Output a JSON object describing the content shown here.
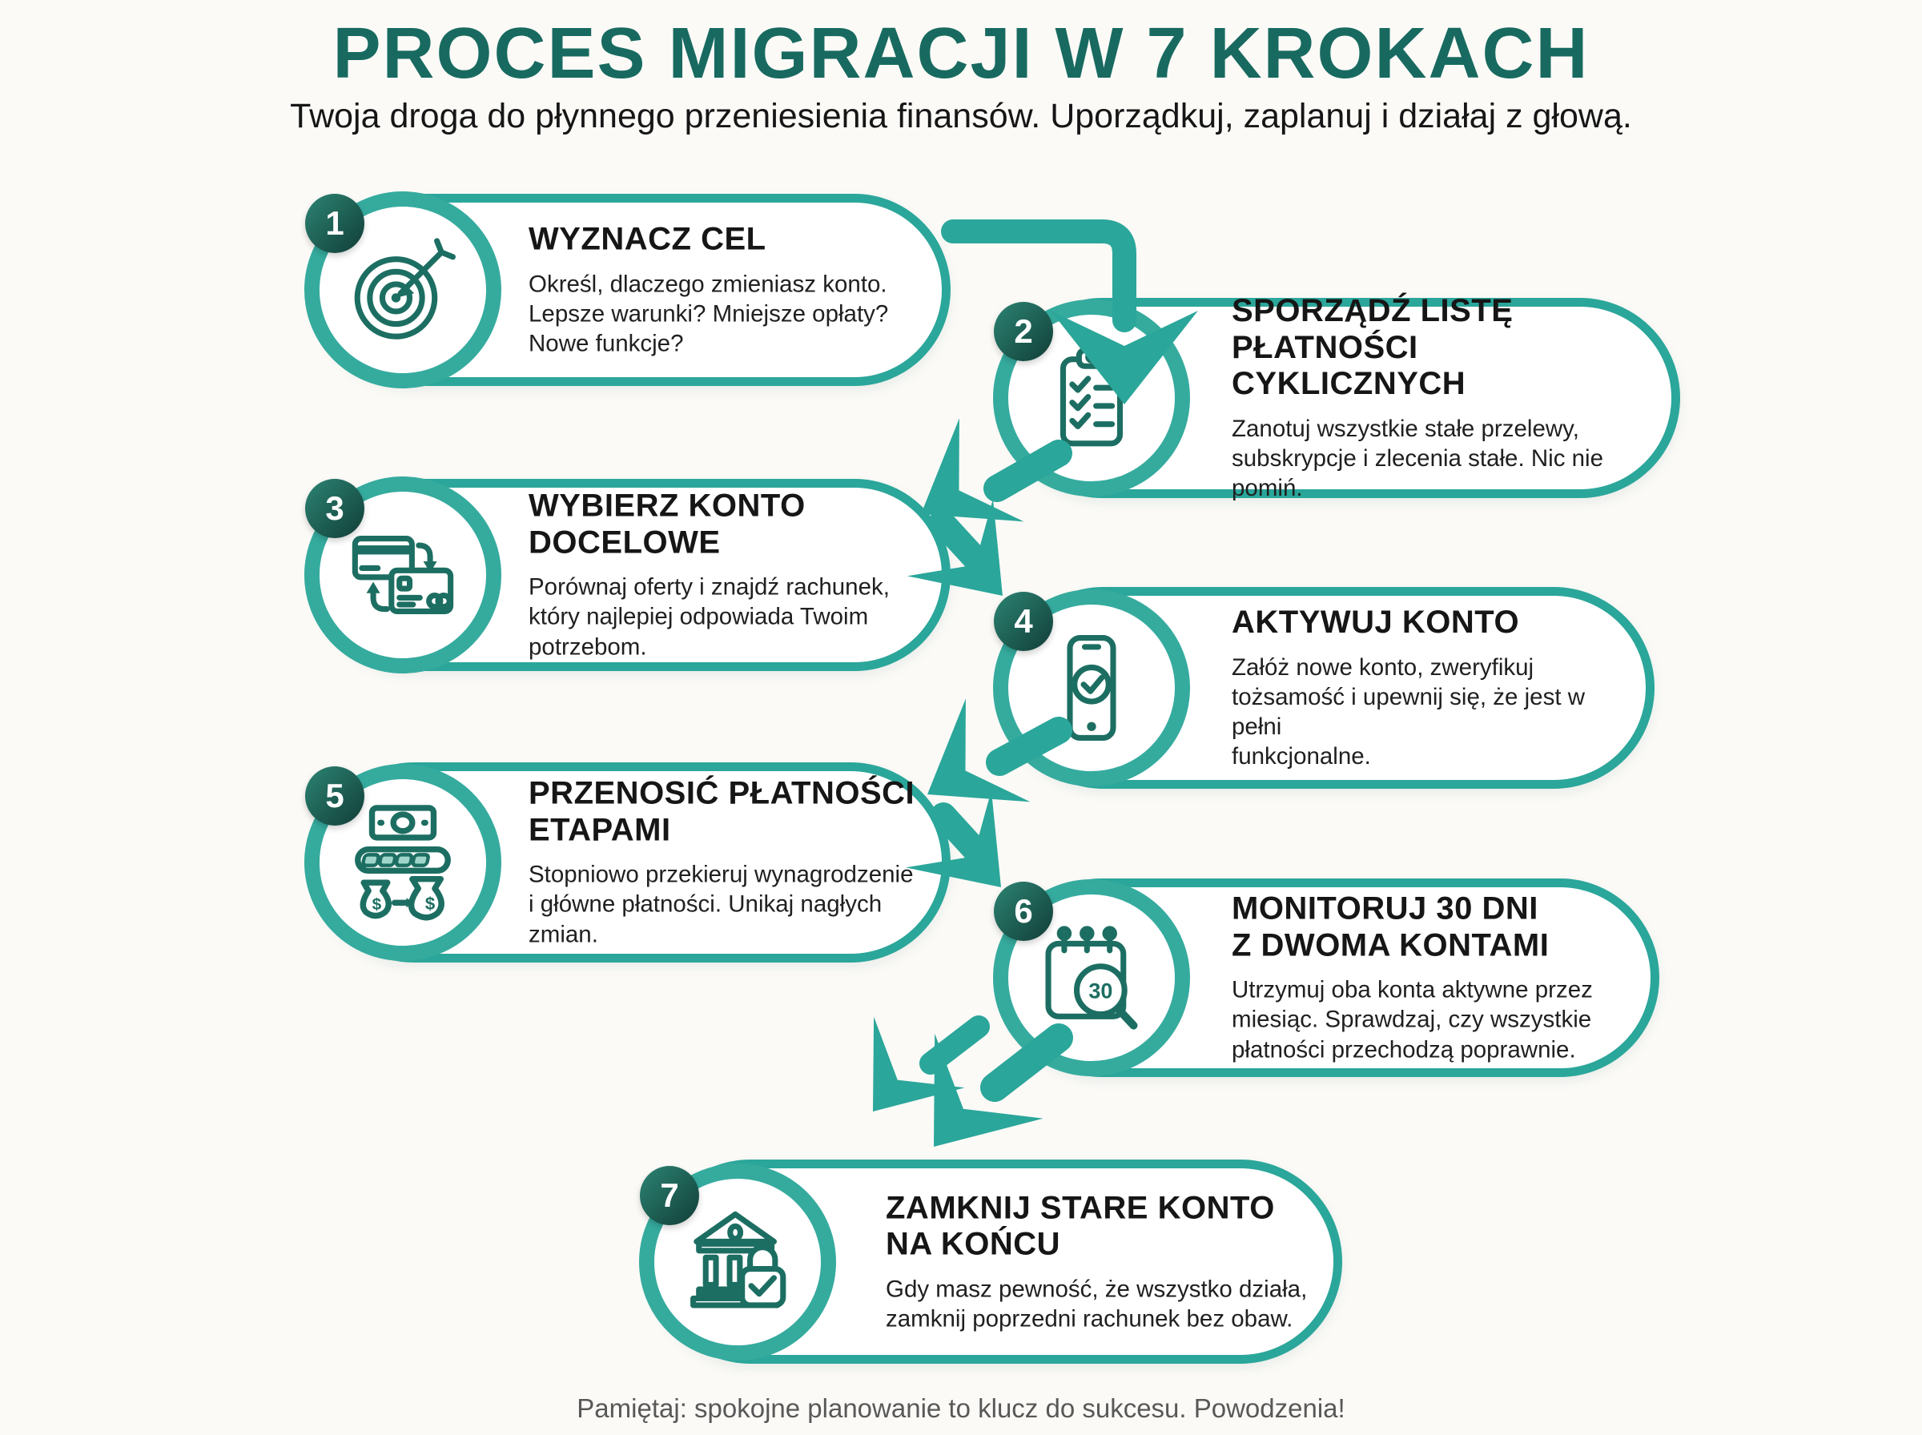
{
  "theme": {
    "background": "#fbfaf7",
    "accent_teal": "#2ba69a",
    "badge_dark_teal": "#154840",
    "title_teal": "#186a60",
    "text_color": "#161616",
    "footer_gray": "#585858"
  },
  "header": {
    "title": "PROCES MIGRACJI W 7 KROKACH",
    "subtitle": "Twoja droga do płynnego przeniesienia finansów. Uporządkuj, zaplanuj i działaj z głową."
  },
  "steps": [
    {
      "number": "1",
      "icon": "target-arrow-icon",
      "title": "WYZNACZ CEL",
      "description": "Określ, dlaczego zmieniasz konto.\nLepsze warunki? Mniejsze opłaty?\nNowe funkcje?"
    },
    {
      "number": "2",
      "icon": "checklist-clipboard-icon",
      "title": "SPORZĄDŹ LISTĘ\nPŁATNOŚCI CYKLICZNYCH",
      "description": "Zanotuj wszystkie stałe przelewy,\nsubskrypcje i zlecenia stałe. Nic nie\npomiń."
    },
    {
      "number": "3",
      "icon": "card-transfer-icon",
      "title": "WYBIERZ KONTO\nDOCELOWE",
      "description": "Porównaj oferty i znajdź rachunek,\nktóry najlepiej odpowiada Twoim\npotrzebom."
    },
    {
      "number": "4",
      "icon": "phone-verification-icon",
      "title": "AKTYWUJ KONTO",
      "description": "Załóż nowe konto, zweryfikuj\ntożsamość i upewnij się, że jest w pełni\nfunkcjonalne."
    },
    {
      "number": "5",
      "icon": "money-transfer-icon",
      "icon_text": "$",
      "title": "PRZENOSIĆ PŁATNOŚCI\nETAPAMI",
      "description": "Stopniowo przekieruj wynagrodzenie\ni główne płatności. Unikaj nagłych\nzmian."
    },
    {
      "number": "6",
      "icon": "calendar-30-icon",
      "icon_text": "30",
      "title": "MONITORUJ 30 DNI\nZ DWOMA KONTAMI",
      "description": "Utrzymuj oba konta aktywne przez\nmiesiąc. Sprawdzaj, czy wszystkie\npłatności przechodzą poprawnie."
    },
    {
      "number": "7",
      "icon": "bank-padlock-icon",
      "title": "ZAMKNIJ STARE KONTO\nNA KOŃCU",
      "description": "Gdy masz pewność, że wszystko działa,\nzamknij poprzedni rachunek bez obaw."
    }
  ],
  "footer": {
    "note": "Pamiętaj: spokojne planowanie to klucz do sukcesu. Powodzenia!"
  }
}
